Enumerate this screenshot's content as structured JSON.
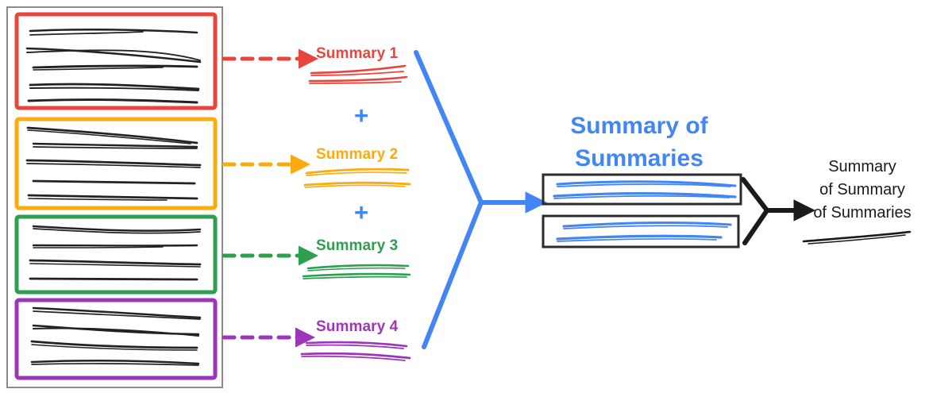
{
  "diagram": {
    "title_final": "Summary\nof Summary\nof Summaries",
    "colors": {
      "red": "#E8453C",
      "orange": "#F9AB10",
      "green": "#2E9E4F",
      "purple": "#9C35B8",
      "blue": "#4285F4",
      "black": "#1a1a1a",
      "gray_frame": "#8a8a8a"
    },
    "source_panel": {
      "name": "source-documents-panel",
      "groups": [
        {
          "id": "group-1",
          "color_key": "red",
          "color": "#E8453C",
          "lines": 5
        },
        {
          "id": "group-2",
          "color_key": "orange",
          "color": "#F9AB10",
          "lines": 5
        },
        {
          "id": "group-3",
          "color_key": "green",
          "color": "#2E9E4F",
          "lines": 4
        },
        {
          "id": "group-4",
          "color_key": "purple",
          "color": "#9C35B8",
          "lines": 4
        }
      ]
    },
    "summaries": [
      {
        "label": "Summary 1",
        "color": "#E8453C",
        "color_key": "red"
      },
      {
        "label": "Summary 2",
        "color": "#F9AB10",
        "color_key": "orange"
      },
      {
        "label": "Summary 3",
        "color": "#2E9E4F",
        "color_key": "green"
      },
      {
        "label": "Summary 4",
        "color": "#9C35B8",
        "color_key": "purple"
      }
    ],
    "plus_signs": [
      {
        "label": "+",
        "color": "#4285F4"
      },
      {
        "label": "+",
        "color": "#4285F4"
      },
      {
        "label": "+",
        "color": "#4285F4"
      }
    ],
    "summary_of_summaries": {
      "title_line_1": "Summary of",
      "title_line_2": "Summaries",
      "color": "#4285F4",
      "boxes": 2
    },
    "final_output": {
      "line_1": "Summary",
      "line_2": "of Summary",
      "line_3": "of Summaries",
      "color": "#1a1a1a"
    },
    "icons": {
      "dashed_arrow": "dashed-arrow-right-icon",
      "merge_arrow_blue": "blue-merge-arrow-icon",
      "merge_arrow_black": "black-merge-arrow-icon"
    }
  }
}
